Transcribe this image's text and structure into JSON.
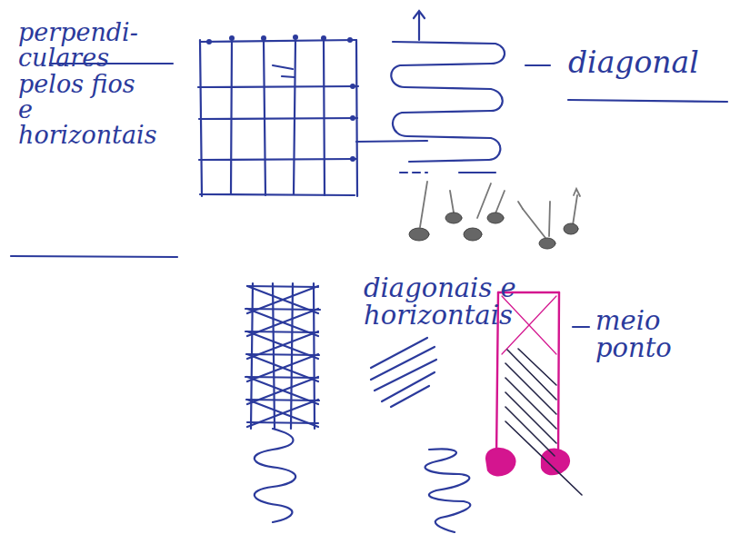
{
  "diagram": {
    "labels": [
      "perpendi- culares pelos fios e horizontais",
      "diagonal",
      "diagonais e horizontais",
      "meio ponto"
    ]
  }
}
